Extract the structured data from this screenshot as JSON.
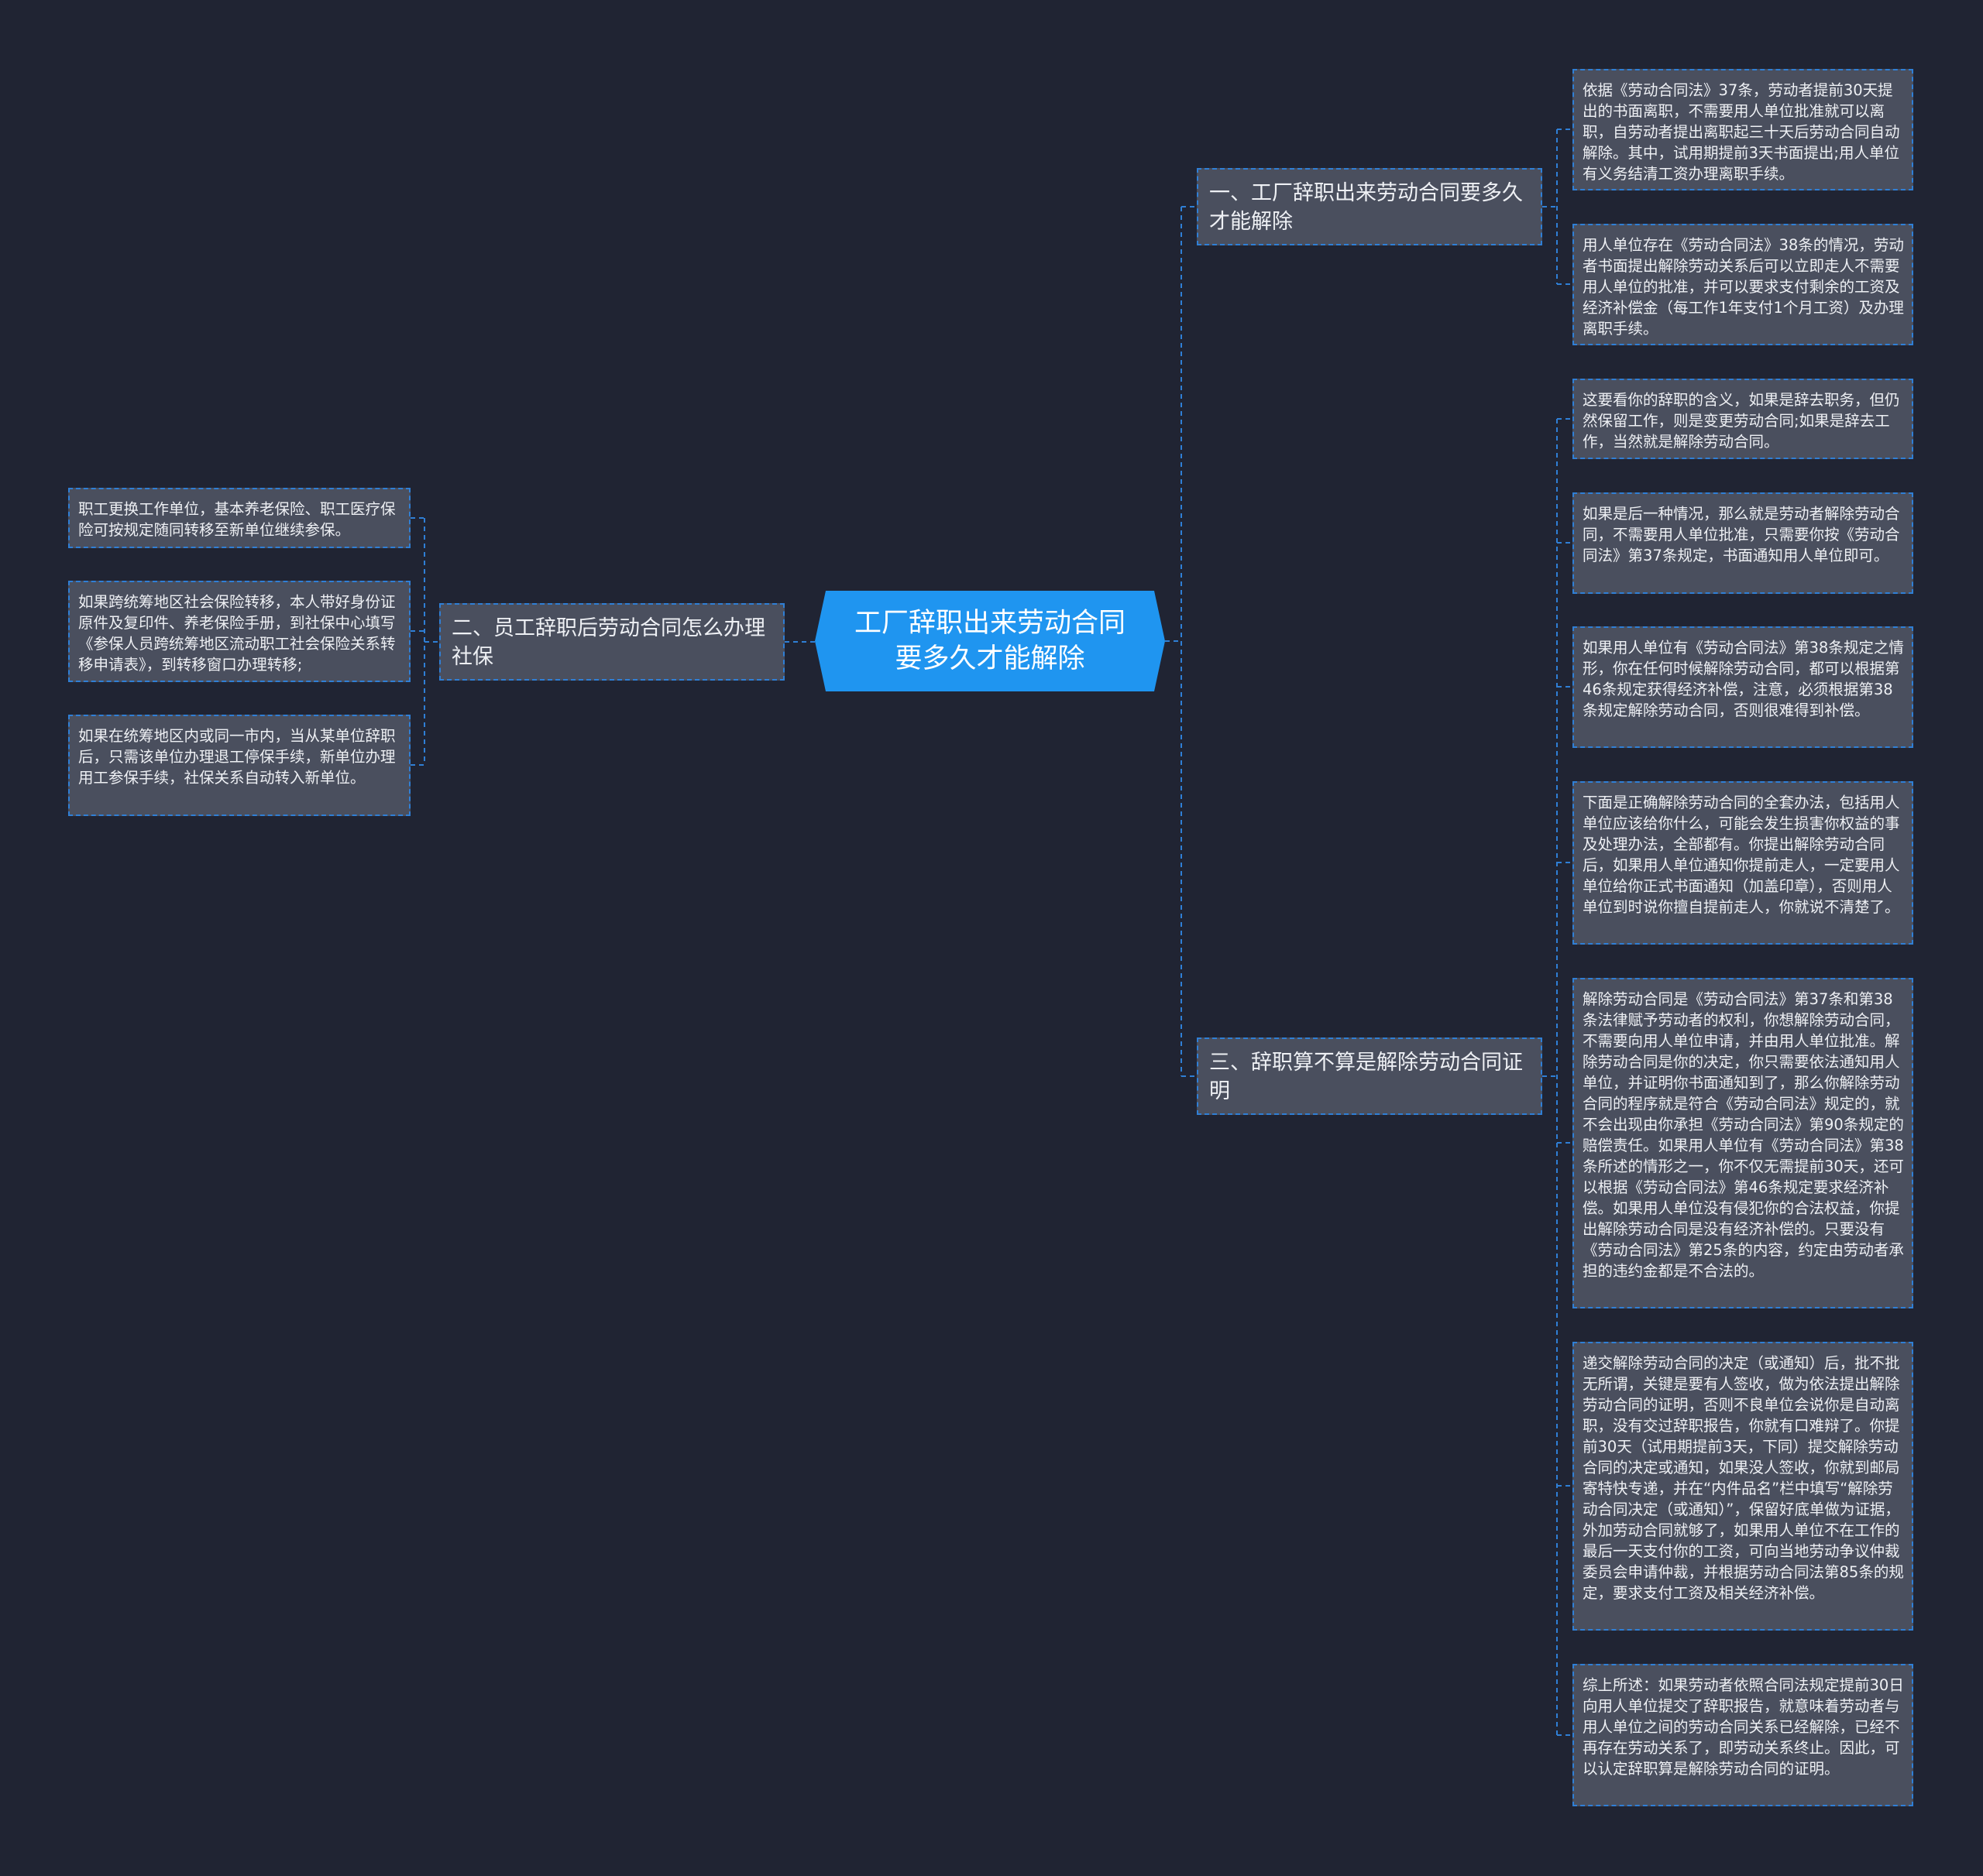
{
  "root": {
    "title": "工厂辞职出来劳动合同要多久才能解除"
  },
  "branches": [
    {
      "title": "一、工厂辞职出来劳动合同要多久才能解除",
      "leaves": [
        "依据《劳动合同法》37条，劳动者提前30天提出的书面离职，不需要用人单位批准就可以离职，自劳动者提出离职起三十天后劳动合同自动解除。其中，试用期提前3天书面提出;用人单位有义务结清工资办理离职手续。",
        "用人单位存在《劳动合同法》38条的情况，劳动者书面提出解除劳动关系后可以立即走人不需要用人单位的批准，并可以要求支付剩余的工资及经济补偿金（每工作1年支付1个月工资）及办理离职手续。"
      ]
    },
    {
      "title": "二、员工辞职后劳动合同怎么办理社保",
      "leaves": [
        "职工更换工作单位，基本养老保险、职工医疗保险可按规定随同转移至新单位继续参保。",
        "如果跨统筹地区社会保险转移，本人带好身份证原件及复印件、养老保险手册，到社保中心填写《参保人员跨统筹地区流动职工社会保险关系转移申请表》，到转移窗口办理转移;",
        "如果在统筹地区内或同一市内，当从某单位辞职后，只需该单位办理退工停保手续，新单位办理用工参保手续，社保关系自动转入新单位。"
      ]
    },
    {
      "title": "三、辞职算不算是解除劳动合同证明",
      "leaves": [
        "这要看你的辞职的含义，如果是辞去职务，但仍然保留工作，则是变更劳动合同;如果是辞去工作，当然就是解除劳动合同。",
        "如果是后一种情况，那么就是劳动者解除劳动合同，不需要用人单位批准，只需要你按《劳动合同法》第37条规定，书面通知用人单位即可。",
        "如果用人单位有《劳动合同法》第38条规定之情形，你在任何时候解除劳动合同，都可以根据第46条规定获得经济补偿，注意，必须根据第38条规定解除劳动合同，否则很难得到补偿。",
        "下面是正确解除劳动合同的全套办法，包括用人单位应该给你什么，可能会发生损害你权益的事及处理办法，全部都有。你提出解除劳动合同后，如果用人单位通知你提前走人，一定要用人单位给你正式书面通知（加盖印章），否则用人单位到时说你擅自提前走人，你就说不清楚了。",
        "解除劳动合同是《劳动合同法》第37条和第38条法律赋予劳动者的权利，你想解除劳动合同，不需要向用人单位申请，并由用人单位批准。解除劳动合同是你的决定，你只需要依法通知用人单位，并证明你书面通知到了，那么你解除劳动合同的程序就是符合《劳动合同法》规定的，就不会出现由你承担《劳动合同法》第90条规定的赔偿责任。如果用人单位有《劳动合同法》第38条所述的情形之一，你不仅无需提前30天，还可以根据《劳动合同法》第46条规定要求经济补偿。如果用人单位没有侵犯你的合法权益，你提出解除劳动合同是没有经济补偿的。只要没有《劳动合同法》第25条的内容，约定由劳动者承担的违约金都是不合法的。",
        "递交解除劳动合同的决定（或通知）后，批不批无所谓，关键是要有人签收，做为依法提出解除劳动合同的证明，否则不良单位会说你是自动离职，没有交过辞职报告，你就有口难辩了。你提前30天（试用期提前3天，下同）提交解除劳动合同的决定或通知，如果没人签收，你就到邮局寄特快专递，并在“内件品名”栏中填写“解除劳动合同决定（或通知）”，保留好底单做为证据，外加劳动合同就够了，如果用人单位不在工作的最后一天支付你的工资，可向当地劳动争议仲裁委员会申请仲裁，并根据劳动合同法第85条的规定，要求支付工资及相关经济补偿。",
        "综上所述：如果劳动者依照合同法规定提前30日向用人单位提交了辞职报告，就意味着劳动者与用人单位之间的劳动合同关系已经解除，已经不再存在劳动关系了，即劳动关系终止。因此，可以认定辞职算是解除劳动合同的证明。"
      ]
    }
  ],
  "colors": {
    "background": "#202433",
    "root_fill": "#1f95f0",
    "node_fill": "#4a4f5e",
    "connector": "#2f7fd6"
  }
}
